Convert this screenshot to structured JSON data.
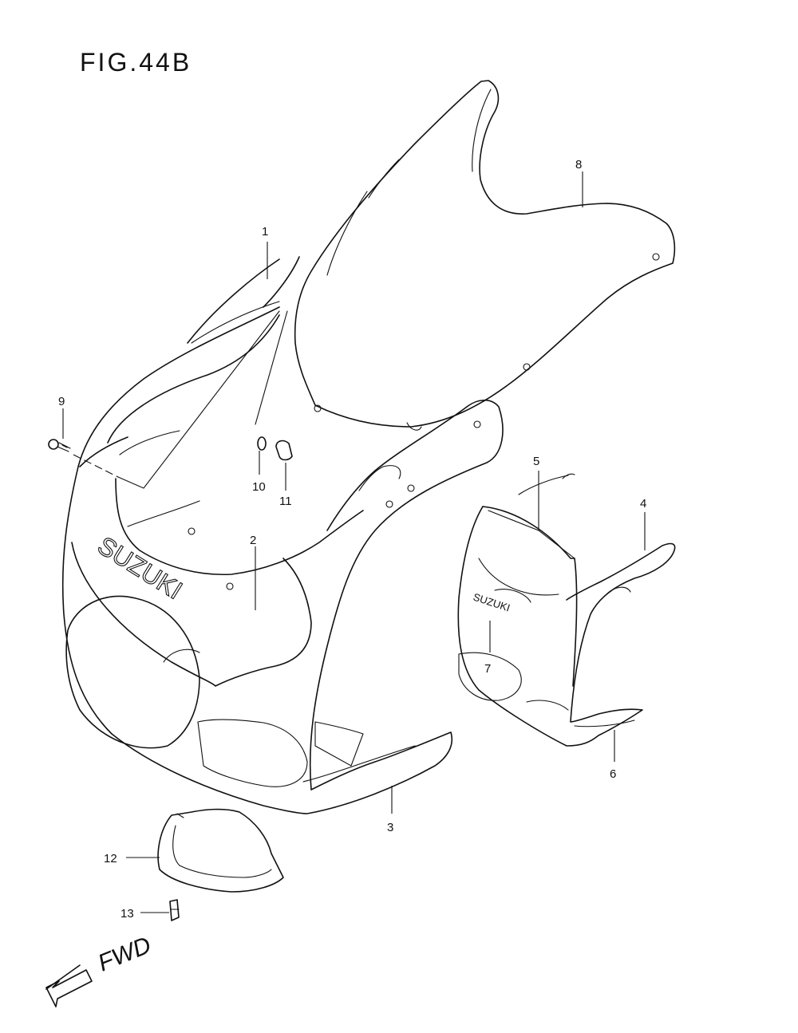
{
  "figure": {
    "title": "FIG.44B"
  },
  "brand_marks": {
    "main": "SUZUKI",
    "small": "SUZUKI"
  },
  "direction": {
    "label": "FWD"
  },
  "callouts": [
    {
      "id": "c1",
      "label": "1"
    },
    {
      "id": "c2",
      "label": "2"
    },
    {
      "id": "c3",
      "label": "3"
    },
    {
      "id": "c4",
      "label": "4"
    },
    {
      "id": "c5",
      "label": "5"
    },
    {
      "id": "c6",
      "label": "6"
    },
    {
      "id": "c7",
      "label": "7"
    },
    {
      "id": "c8",
      "label": "8"
    },
    {
      "id": "c9",
      "label": "9"
    },
    {
      "id": "c10",
      "label": "10"
    },
    {
      "id": "c11",
      "label": "11"
    },
    {
      "id": "c12",
      "label": "12"
    },
    {
      "id": "c13",
      "label": "13"
    }
  ]
}
